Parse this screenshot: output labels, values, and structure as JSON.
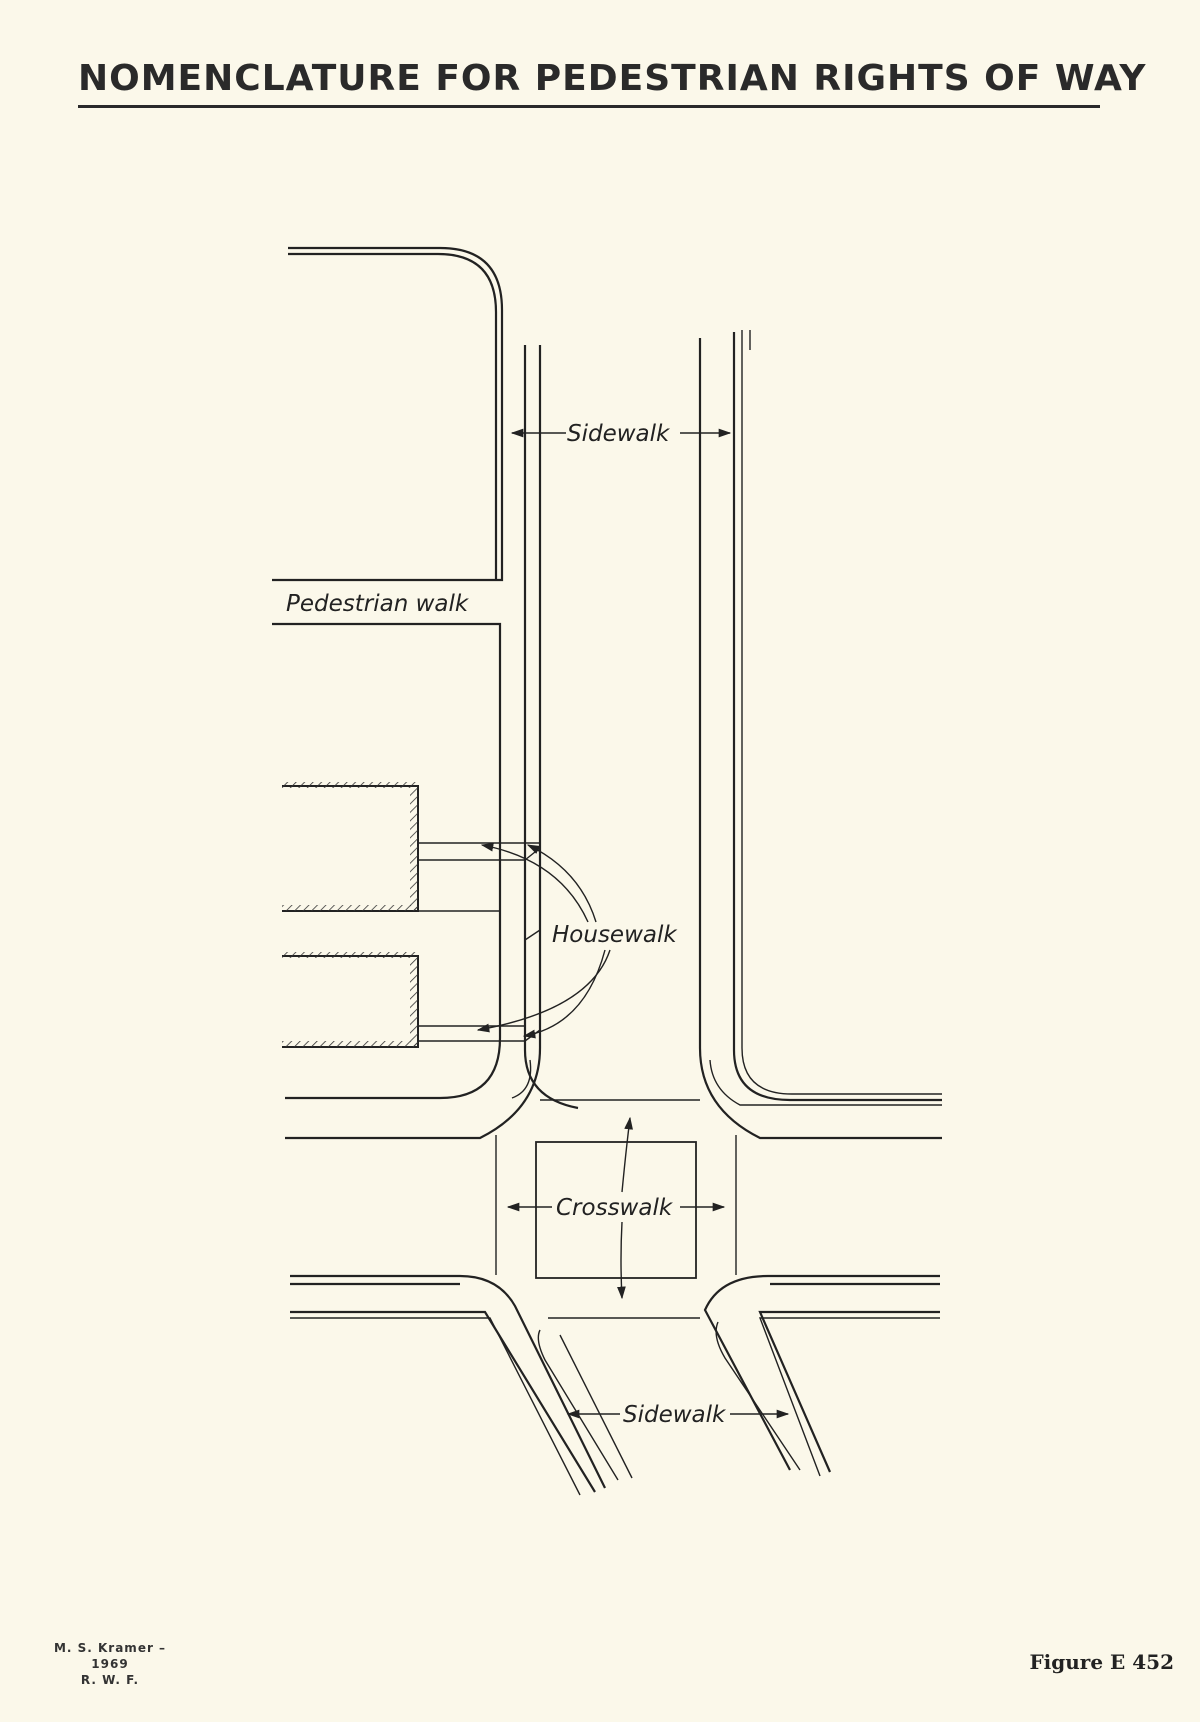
{
  "title": "NOMENCLATURE FOR PEDESTRIAN RIGHTS OF WAY",
  "labels": {
    "sidewalk_top": "Sidewalk",
    "pedestrian_walk": "Pedestrian walk",
    "housewalk": "Housewalk",
    "crosswalk": "Crosswalk",
    "sidewalk_bottom": "Sidewalk"
  },
  "credit": {
    "line1": "M. S. Kramer  –  1969",
    "line2": "R. W. F."
  },
  "figure_number": "Figure E 452"
}
